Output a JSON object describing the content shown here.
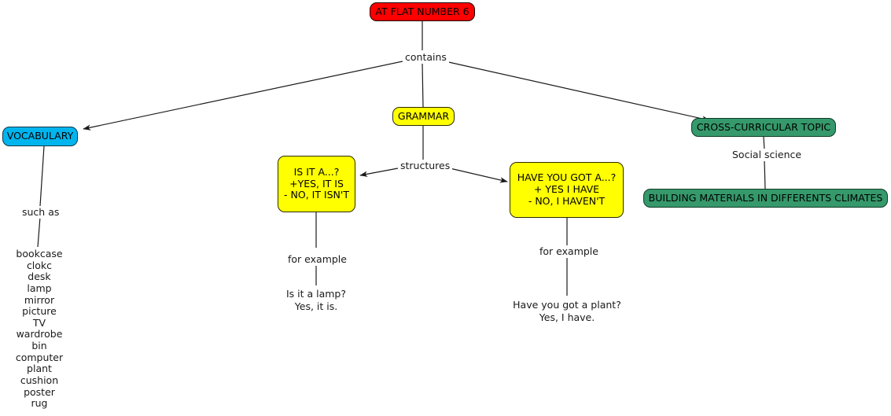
{
  "map": {
    "title": "AT FLAT NUMBER 6",
    "colors": {
      "root": "#ff0000",
      "vocabulary": "#00b5ee",
      "grammar": "#ffff00",
      "cross_curricular": "#35996b",
      "line": "#1a1a1a",
      "background": "#ffffff"
    },
    "nodes": {
      "root": {
        "text": "AT FLAT NUMBER 6"
      },
      "vocabulary": {
        "text": "VOCABULARY"
      },
      "grammar": {
        "text": "GRAMMAR"
      },
      "cross_curricular": {
        "text": "CROSS-CURRICULAR TOPIC"
      },
      "structure_left": {
        "line1": "IS IT A...?",
        "line2": "+YES, IT IS",
        "line3": "- NO, IT ISN'T"
      },
      "structure_right": {
        "line1": "HAVE YOU GOT A...?",
        "line2": "+ YES I HAVE",
        "line3": "- NO, I HAVEN'T"
      },
      "building_materials": {
        "text": "BUILDING MATERIALS IN DIFFERENTS CLIMATES"
      }
    },
    "link_labels": {
      "contains": "contains",
      "such_as": "such as",
      "structures": "structures",
      "social_science": "Social science",
      "for_example_left": "for example",
      "for_example_right": "for example"
    },
    "examples": {
      "left": {
        "line1": "Is it a lamp?",
        "line2": "Yes, it is."
      },
      "right": {
        "line1": "Have you got a plant?",
        "line2": "Yes, I have."
      }
    },
    "vocabulary_items": [
      "bookcase",
      "clokc",
      "desk",
      "lamp",
      "mirror",
      "picture",
      "TV",
      "wardrobe",
      "bin",
      "computer",
      "plant",
      "cushion",
      "poster",
      "rug"
    ]
  }
}
